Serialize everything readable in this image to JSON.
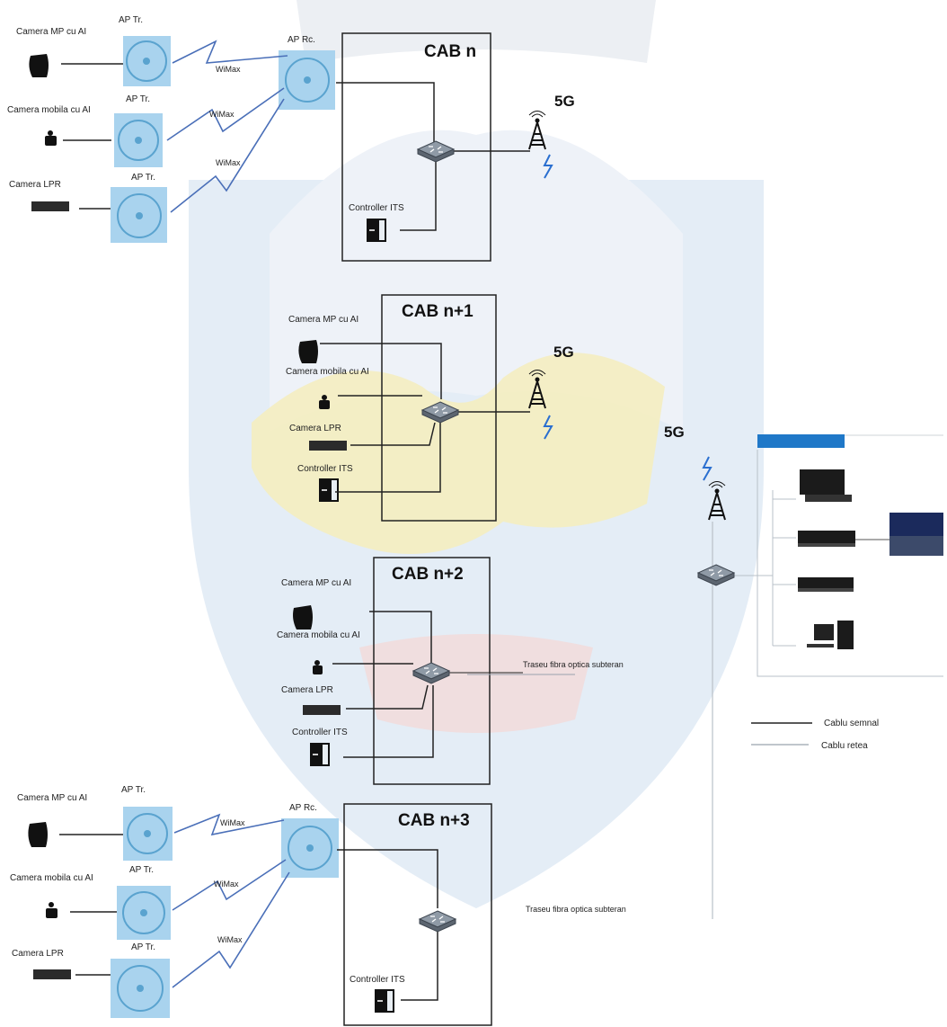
{
  "cabinets": {
    "cab_n": "CAB n",
    "cab_n1": "CAB n+1",
    "cab_n2": "CAB n+2",
    "cab_n3": "CAB n+3"
  },
  "devices": {
    "camera_mp": "Camera MP cu AI",
    "camera_mobila": "Camera mobila cu AI",
    "camera_lpr": "Camera LPR",
    "controller": "Controller ITS",
    "ap_tr": "AP Tr.",
    "ap_rc": "AP Rc.",
    "wimax": "WiMax",
    "g5": "5G"
  },
  "routes": {
    "fibra": "Traseu fibra optica subteran"
  },
  "legend": {
    "semnal": "Cablu semnal",
    "retea": "Cablu retea"
  },
  "colors": {
    "line": "#222222",
    "link_blue": "#4a6fb8",
    "ap_fill": "#a9d3ee",
    "ap_ring": "#5aa3cf",
    "crest_blue": "#dde8f4",
    "crest_yellow": "#f4edc0",
    "crest_red": "#f2d9d9",
    "header_bar": "#1f78c8"
  }
}
